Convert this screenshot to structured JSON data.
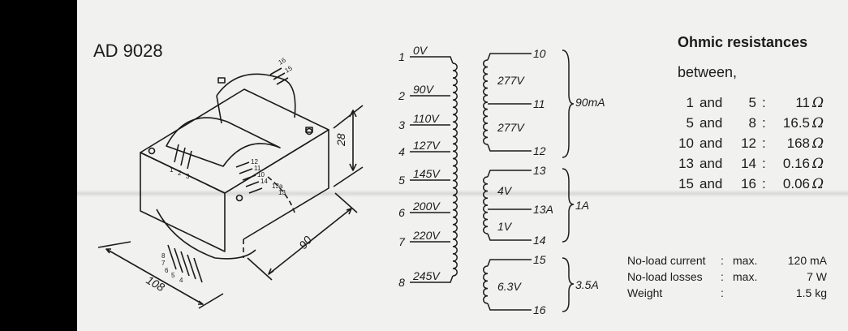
{
  "model": "AD 9028",
  "dimensions": {
    "height": "28",
    "depth": "90",
    "width": "108"
  },
  "top_pins": [
    "16",
    "15"
  ],
  "side_pins_upper": [
    "1",
    "2",
    "3"
  ],
  "side_pins_right": [
    "12",
    "11",
    "10",
    "14",
    "13a",
    "13"
  ],
  "bottom_pins": [
    "8",
    "7",
    "6",
    "5",
    "4"
  ],
  "primary": [
    {
      "pin": "1",
      "voltage": "0V"
    },
    {
      "pin": "2",
      "voltage": "90V"
    },
    {
      "pin": "3",
      "voltage": "110V"
    },
    {
      "pin": "4",
      "voltage": "127V"
    },
    {
      "pin": "5",
      "voltage": "145V"
    },
    {
      "pin": "6",
      "voltage": "200V"
    },
    {
      "pin": "7",
      "voltage": "220V"
    },
    {
      "pin": "8",
      "voltage": "245V"
    }
  ],
  "secondary_groups": [
    {
      "pins": [
        "10",
        "11",
        "12"
      ],
      "voltages": [
        "277V",
        "277V"
      ],
      "current": "90mA"
    },
    {
      "pins": [
        "13",
        "13A",
        "14"
      ],
      "voltages": [
        "4V",
        "1V"
      ],
      "current": "1A"
    },
    {
      "pins": [
        "15",
        "16"
      ],
      "voltages": [
        "6.3V"
      ],
      "current": "3.5A"
    }
  ],
  "resistance": {
    "title": "Ohmic resistances",
    "subtitle": "between,",
    "rows": [
      {
        "a": "1",
        "and": "and",
        "b": "5",
        "colon": ":",
        "value": "11",
        "unit": "Ω"
      },
      {
        "a": "5",
        "and": "and",
        "b": "8",
        "colon": ":",
        "value": "16.5",
        "unit": "Ω"
      },
      {
        "a": "10",
        "and": "and",
        "b": "12",
        "colon": ":",
        "value": "168",
        "unit": "Ω"
      },
      {
        "a": "13",
        "and": "and",
        "b": "14",
        "colon": ":",
        "value": "0.16",
        "unit": "Ω"
      },
      {
        "a": "15",
        "and": "and",
        "b": "16",
        "colon": ":",
        "value": "0.06",
        "unit": "Ω"
      }
    ]
  },
  "loss_specs": [
    {
      "label": "No-load current",
      "colon": ":",
      "qualifier": "max.",
      "value": "120 mA"
    },
    {
      "label": "No-load losses",
      "colon": ":",
      "qualifier": "max.",
      "value": "7 W"
    },
    {
      "label": "Weight",
      "colon": ":",
      "qualifier": "",
      "value": "1.5 kg"
    }
  ]
}
